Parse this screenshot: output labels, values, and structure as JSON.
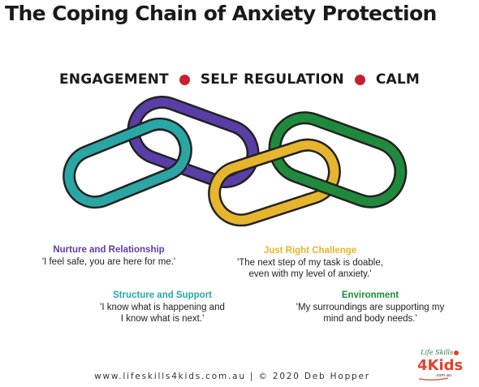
{
  "title": "The Coping Chain of Anxiety Protection",
  "tagline": {
    "words": [
      "ENGAGEMENT",
      "SELF REGULATION",
      "CALM"
    ],
    "separator_color": "#c8202f"
  },
  "links": [
    {
      "name": "teal-link",
      "color": "#2aa6a5"
    },
    {
      "name": "purple-link",
      "color": "#5a3ea7"
    },
    {
      "name": "yellow-link",
      "color": "#e7b42d"
    },
    {
      "name": "green-link",
      "color": "#1f8a3c"
    }
  ],
  "blocks": {
    "nurture": {
      "heading": "Nurture and Relationship",
      "quote": "'I feel safe, you are here for me.'",
      "color": "#5a3ea7"
    },
    "challenge": {
      "heading": "Just Right Challenge",
      "quote_lines": [
        "'The next step of my task is doable,",
        "even with my level of anxiety.'"
      ],
      "color": "#e7b42d"
    },
    "structure": {
      "heading": "Structure and Support",
      "quote_lines": [
        "'I know what is happening and",
        "I know what is next.'"
      ],
      "color": "#2aa6a5"
    },
    "environment": {
      "heading": "Environment",
      "quote_lines": [
        "'My surroundings are supporting my",
        "mind and body needs.'"
      ],
      "color": "#1f8a3c"
    }
  },
  "footer": "www.lifeskills4kids.com.au | © 2020 Deb Hopper",
  "logo": {
    "top_text": "Life Skills",
    "main_text": "4Kids",
    "domain": ".com.au"
  }
}
